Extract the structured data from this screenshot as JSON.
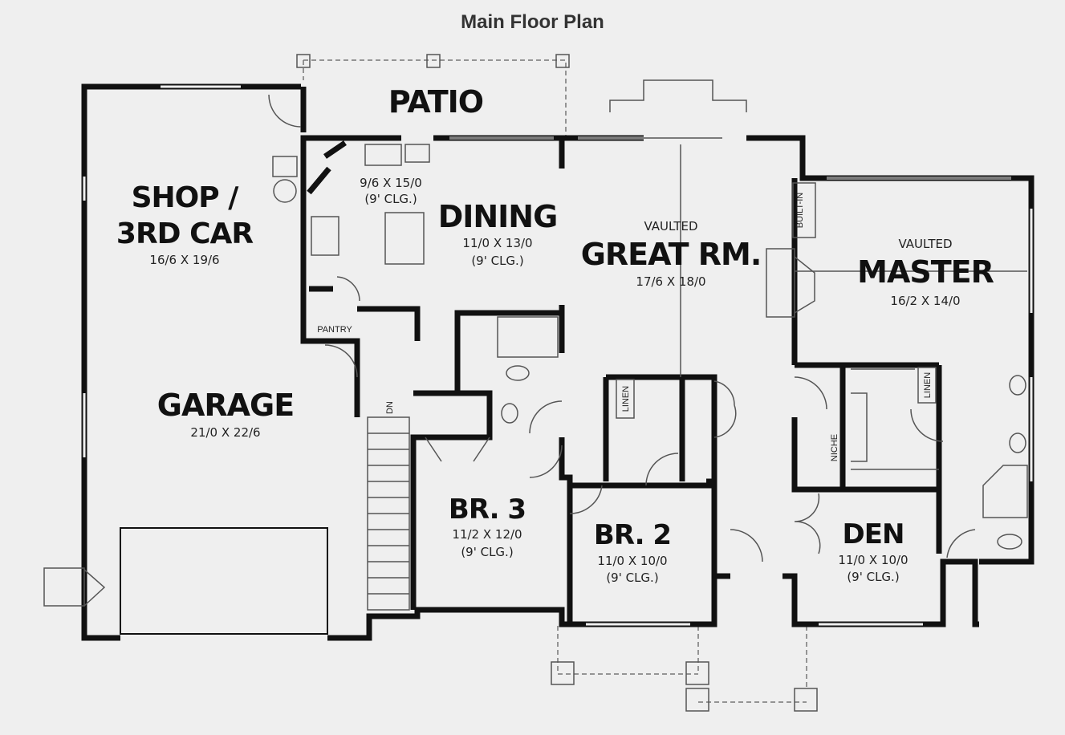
{
  "title": "Main Floor Plan",
  "rooms": {
    "patio": {
      "name": "PATIO"
    },
    "shop": {
      "name1": "SHOP /",
      "name2": "3RD CAR",
      "size": "16/6 X 19/6"
    },
    "kitchen": {
      "size": "9/6 X 15/0",
      "ceiling": "(9' CLG.)"
    },
    "pantry": {
      "name": "PANTRY"
    },
    "dining": {
      "name": "DINING",
      "size": "11/0 X 13/0",
      "ceiling": "(9' CLG.)"
    },
    "great_room": {
      "note": "VAULTED",
      "name": "GREAT RM.",
      "size": "17/6 X 18/0"
    },
    "master": {
      "note": "VAULTED",
      "name": "MASTER",
      "size": "16/2 X 14/0"
    },
    "garage": {
      "name": "GARAGE",
      "size": "21/0 X 22/6"
    },
    "br3": {
      "name": "BR. 3",
      "size": "11/2 X 12/0",
      "ceiling": "(9' CLG.)"
    },
    "br2": {
      "name": "BR. 2",
      "size": "11/0 X 10/0",
      "ceiling": "(9' CLG.)"
    },
    "den": {
      "name": "DEN",
      "size": "11/0 X 10/0",
      "ceiling": "(9' CLG.)"
    }
  },
  "labels": {
    "built_in": "BUILT-IN",
    "linen_br2": "LINEN",
    "linen_master": "LINEN",
    "niche": "NICHE",
    "stair_dn": "DN"
  }
}
